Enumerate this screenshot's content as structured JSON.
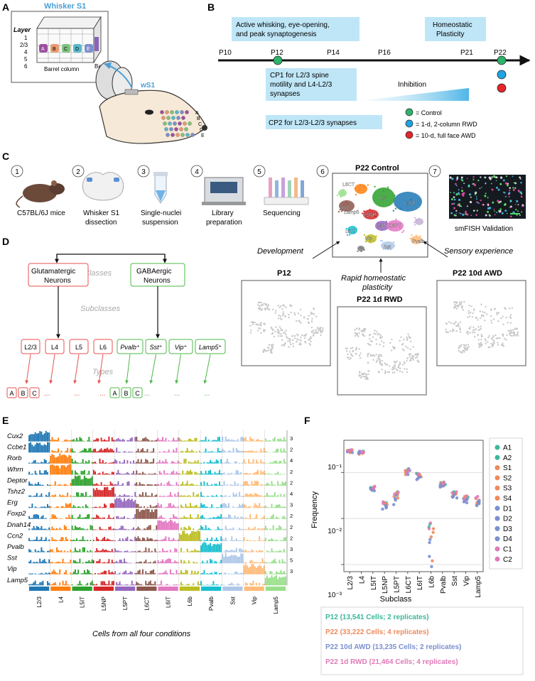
{
  "panel_letters": {
    "a": "A",
    "b": "B",
    "c": "C",
    "d": "D",
    "e": "E",
    "f": "F"
  },
  "panel_a": {
    "title": "Whisker S1",
    "layer_title": "Layer",
    "layers": [
      "1",
      "2/3",
      "4",
      "5",
      "6"
    ],
    "barrels": [
      "A",
      "B",
      "C",
      "D",
      "E"
    ],
    "barrel_label": "Barrel",
    "column_label": "Barrel column",
    "ws1_label": "wS1",
    "whisker_rows": [
      "A",
      "B",
      "C",
      "D",
      "E"
    ]
  },
  "panel_b": {
    "box1": [
      "Active whisking, eye-opening,",
      "and peak synaptogenesis"
    ],
    "box2": [
      "Homeostatic",
      "Plasticity"
    ],
    "ticks": [
      "P10",
      "P12",
      "P14",
      "P16",
      "P21",
      "P22"
    ],
    "cp1": [
      "CP1 for L2/3 spine",
      "motility and L4-L2/3",
      "synapses"
    ],
    "cp2": "CP2 for L2/3-L2/3 synapses",
    "inhibition": "Inhibition",
    "legend": [
      "= Control",
      "= 1-d, 2-column RWD",
      "= 10-d, full face AWD"
    ],
    "colors": {
      "control": "#2fb36b",
      "rwd": "#1ea4e0",
      "awd": "#e3262c",
      "box": "#bfe6f7"
    }
  },
  "panel_c": {
    "steps": [
      {
        "num": "1",
        "label": [
          "C57BL/6J mice"
        ]
      },
      {
        "num": "2",
        "label": [
          "Whisker S1",
          "dissection"
        ]
      },
      {
        "num": "3",
        "label": [
          "Single-nuclei",
          "suspension"
        ]
      },
      {
        "num": "4",
        "label": [
          "Library",
          "preparation"
        ]
      },
      {
        "num": "5",
        "label": [
          "Sequencing"
        ]
      },
      {
        "num": "6",
        "label": []
      },
      {
        "num": "7",
        "label": [
          "smFISH Validation"
        ]
      }
    ],
    "umap_title": "P22 Control",
    "clusters": [
      "L2/3",
      "L4",
      "L6CT",
      "L6b",
      "L5NP",
      "L5IT",
      "L5PT",
      "L6IT",
      "Vip",
      "Sst",
      "Pvalb",
      "Lamp5"
    ],
    "development": "Development",
    "rapid": [
      "Rapid homeostatic",
      "plasticity"
    ],
    "sensory": "Sensory experience",
    "p12": "P12",
    "rwd": "P22 1d RWD",
    "awd": "P22 10d AWD"
  },
  "panel_d": {
    "classes": "Classes",
    "glut": [
      "Glutamatergic",
      "Neurons"
    ],
    "gaba": [
      "GABAergic",
      "Neurons"
    ],
    "subclasses": "Subclasses",
    "glut_sub": [
      "L2/3",
      "L4",
      "L5",
      "L6"
    ],
    "gaba_sub": [
      "Pvalb⁺",
      "Sst⁺",
      "Vip⁺",
      "Lamp5⁺"
    ],
    "types": "Types",
    "type_letters": [
      "A",
      "B",
      "C"
    ],
    "ellipsis": "...",
    "colors": {
      "glut": "#e8524f",
      "gaba": "#4cb848"
    }
  },
  "panel_e": {
    "genes": [
      "Cux2",
      "Ccbe1",
      "Rorb",
      "Whrn",
      "Deptor",
      "Tshz2",
      "Erg",
      "Foxp2",
      "Dnah14",
      "Ccn2",
      "Pvalb",
      "Sst",
      "Vip",
      "Lamp5"
    ],
    "scale": [
      "3",
      "2",
      "4",
      "2",
      "2",
      "4",
      "3",
      "2",
      "2",
      "2",
      "3",
      "5",
      "3"
    ],
    "subclasses": [
      "L2/3",
      "L4",
      "L5IT",
      "L5NP",
      "L5PT",
      "L6CT",
      "L6IT",
      "L6b",
      "Pvalb",
      "Sst",
      "Vip",
      "Lamp5"
    ],
    "subclass_colors": [
      "#1f77b4",
      "#ff7f0e",
      "#2ca02c",
      "#d62728",
      "#9467bd",
      "#8c564b",
      "#e377c2",
      "#bcbd22",
      "#17becf",
      "#aec7e8",
      "#ffbb78",
      "#98df8a"
    ],
    "xlabel": "Cells from all four conditions"
  },
  "chart_data": {
    "type": "scatter",
    "xlabel": "Subclass",
    "ylabel": "Frequency",
    "yscale": "log",
    "ylim": [
      0.0007,
      0.5
    ],
    "yticks": [
      "10⁻¹",
      "10⁻²",
      "10⁻³"
    ],
    "grid": "horizontal at decades",
    "categories": [
      "L2/3",
      "L4",
      "L5IT",
      "L5NP",
      "L5PT",
      "L6CT",
      "L6IT",
      "L6b",
      "Pvalb",
      "Sst",
      "Vip",
      "Lamp5"
    ],
    "series": [
      {
        "name": "P12 (13,541 Cells; 2 replicates)",
        "color": "#3bb89a",
        "points": [
          [
            "A1",
            [
              0.3,
              0.27,
              0.043,
              0.022,
              0.035,
              0.11,
              0.095,
              0.0065,
              0.055,
              0.038,
              0.027,
              0.024
            ]
          ],
          [
            "A2",
            [
              0.28,
              0.29,
              0.047,
              0.02,
              0.038,
              0.1,
              0.09,
              0.0075,
              0.06,
              0.036,
              0.029,
              0.022
            ]
          ]
        ]
      },
      {
        "name": "P22 (33,222 Cells; 4 replicates)",
        "color": "#f08a5d",
        "points": [
          [
            "S1",
            [
              0.29,
              0.27,
              0.045,
              0.02,
              0.033,
              0.1,
              0.085,
              0.005,
              0.052,
              0.035,
              0.026,
              0.025
            ]
          ],
          [
            "S2",
            [
              0.31,
              0.26,
              0.05,
              0.022,
              0.03,
              0.09,
              0.08,
              0.004,
              0.058,
              0.032,
              0.03,
              0.022
            ]
          ],
          [
            "S3",
            [
              0.27,
              0.28,
              0.042,
              0.018,
              0.036,
              0.11,
              0.088,
              0.006,
              0.05,
              0.03,
              0.024,
              0.02
            ]
          ],
          [
            "S4",
            [
              0.3,
              0.25,
              0.048,
              0.021,
              0.028,
              0.12,
              0.092,
              0.0012,
              0.062,
              0.034,
              0.028,
              0.027
            ]
          ]
        ]
      },
      {
        "name": "P22 10d AWD (13,235 Cells; 2 replicates)",
        "color": "#7a8fd0",
        "points": [
          [
            "D1",
            [
              0.28,
              0.28,
              0.04,
              0.017,
              0.025,
              0.09,
              0.075,
              0.0009,
              0.048,
              0.028,
              0.023,
              0.021
            ]
          ],
          [
            "D2",
            [
              0.29,
              0.27,
              0.044,
              0.019,
              0.02,
              0.1,
              0.08,
              0.0015,
              0.053,
              0.03,
              0.025,
              0.023
            ]
          ],
          [
            "D3",
            [
              0.3,
              0.26,
              0.046,
              0.016,
              0.032,
              0.11,
              0.07,
              0.003,
              0.056,
              0.033,
              0.022,
              0.019
            ]
          ],
          [
            "D4",
            [
              0.27,
              0.29,
              0.041,
              0.018,
              0.027,
              0.12,
              0.078,
              0.0035,
              0.051,
              0.029,
              0.026,
              0.024
            ]
          ]
        ]
      },
      {
        "name": "P22 1d RWD (21,464 Cells; 4 replicates)",
        "color": "#e07ab8",
        "points": [
          [
            "C1",
            [
              0.31,
              0.27,
              0.045,
              0.021,
              0.034,
              0.1,
              0.088,
              0.006,
              0.057,
              0.036,
              0.027,
              0.03
            ]
          ],
          [
            "C2",
            [
              0.29,
              0.28,
              0.049,
              0.023,
              0.037,
              0.11,
              0.094,
              0.008,
              0.061,
              0.038,
              0.031,
              0.028
            ]
          ]
        ]
      }
    ]
  }
}
